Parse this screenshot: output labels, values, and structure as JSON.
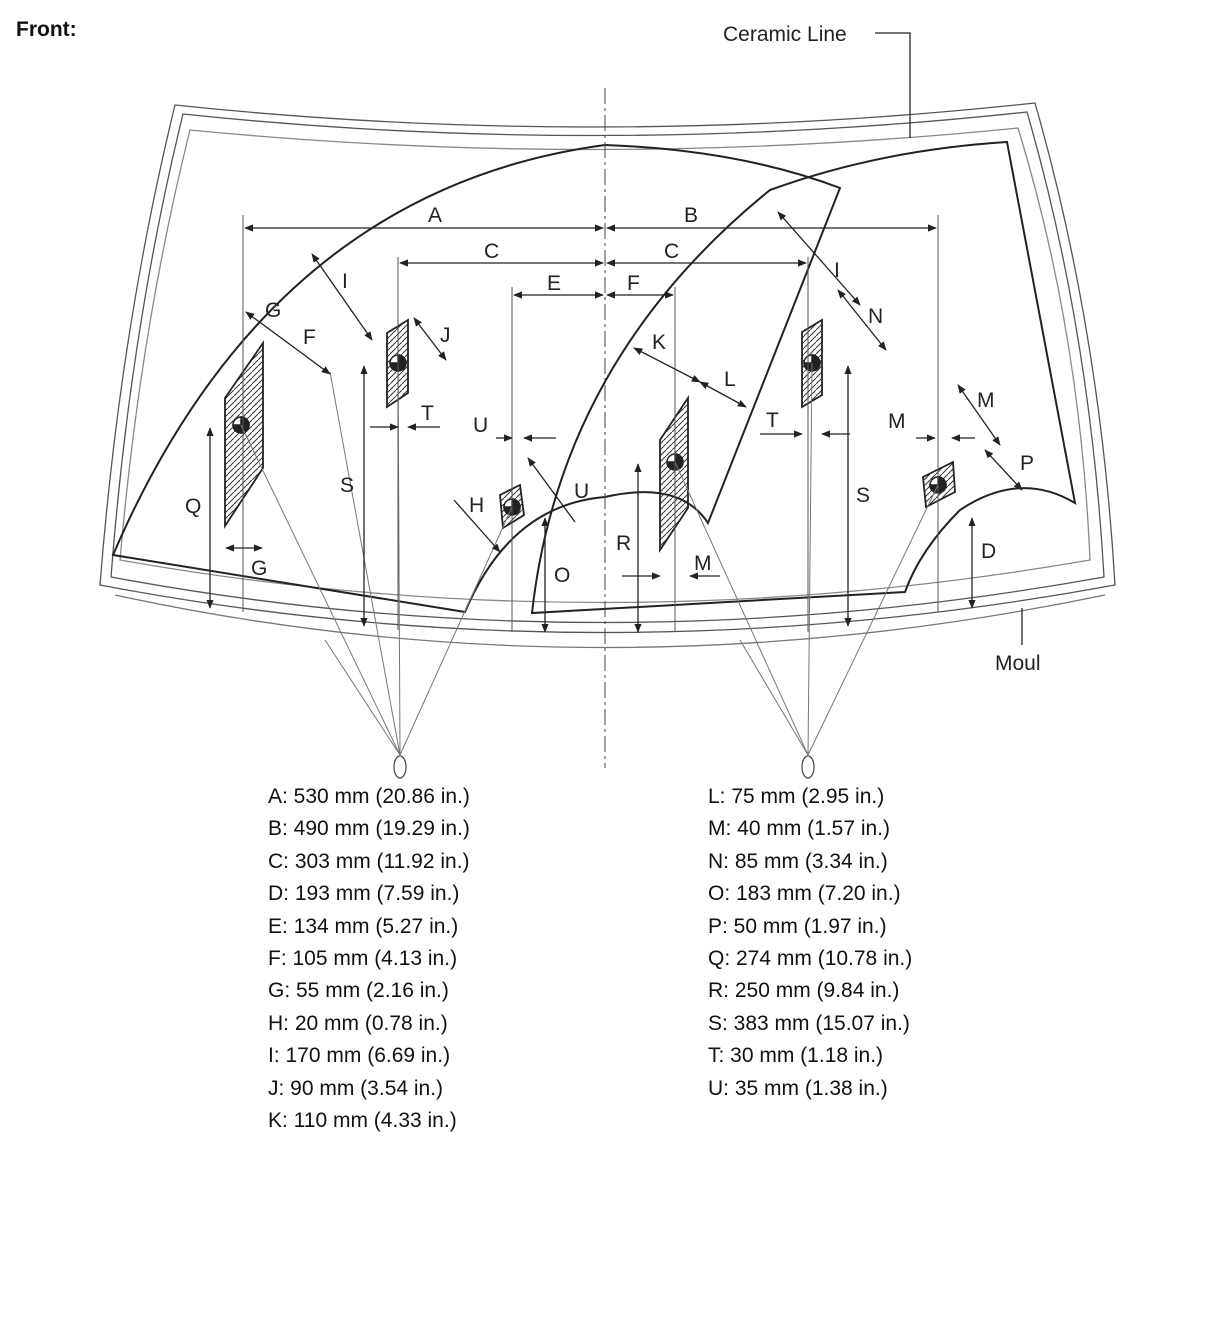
{
  "heading": "Front:",
  "callouts": {
    "ceramic_line": "Ceramic Line",
    "moulding": "Moul"
  },
  "labels": {
    "A": "A",
    "B": "B",
    "C": "C",
    "D": "D",
    "E": "E",
    "F": "F",
    "G": "G",
    "H": "H",
    "I": "I",
    "J": "J",
    "K": "K",
    "L": "L",
    "M": "M",
    "N": "N",
    "O": "O",
    "P": "P",
    "Q": "Q",
    "R": "R",
    "S": "S",
    "T": "T",
    "U": "U"
  },
  "legend_left": [
    "A: 530 mm (20.86 in.)",
    "B: 490 mm (19.29 in.)",
    "C: 303 mm (11.92 in.)",
    "D: 193 mm (7.59 in.)",
    "E: 134 mm (5.27 in.)",
    "F: 105 mm (4.13 in.)",
    "G: 55 mm (2.16 in.)",
    "H: 20 mm (0.78 in.)",
    "I: 170 mm (6.69 in.)",
    "J: 90 mm (3.54 in.)",
    "K: 110 mm (4.33 in.)"
  ],
  "legend_right": [
    "L: 75 mm (2.95 in.)",
    "M: 40 mm (1.57 in.)",
    "N: 85 mm (3.34 in.)",
    "O: 183 mm (7.20 in.)",
    "P: 50 mm (1.97 in.)",
    "Q: 274 mm (10.78 in.)",
    "R: 250 mm (9.84 in.)",
    "S: 383 mm (15.07 in.)",
    "T: 30 mm (1.18 in.)",
    "U: 35 mm (1.38 in.)"
  ]
}
